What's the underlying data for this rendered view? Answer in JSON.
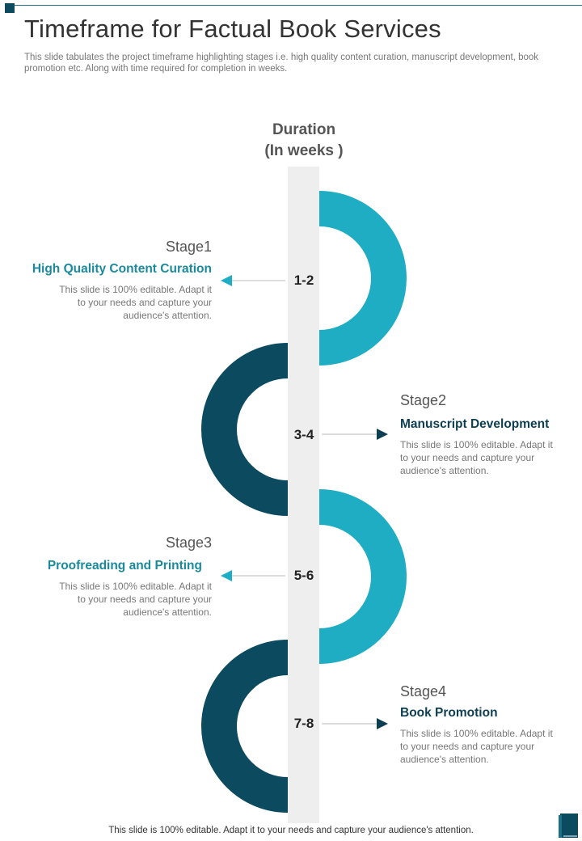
{
  "header": {
    "title": "Timeframe for Factual Book Services",
    "subtitle": "This slide tabulates the project timeframe highlighting stages i.e. high quality content curation, manuscript development, book promotion etc. Along with time required for completion in weeks."
  },
  "duration_heading": {
    "line1": "Duration",
    "line2": "(In weeks )"
  },
  "stages": [
    {
      "label": "Stage1",
      "title": "High Quality Content  Curation",
      "weeks": "1-2",
      "desc": "This slide is 100% editable. Adapt it to your needs and capture your audience's attention."
    },
    {
      "label": "Stage2",
      "title": "Manuscript Development",
      "weeks": "3-4",
      "desc": "This slide is 100% editable. Adapt it to your needs and capture your audience's attention."
    },
    {
      "label": "Stage3",
      "title": "Proofreading and Printing",
      "weeks": "5-6",
      "desc": "This slide is 100% editable. Adapt it to your needs and capture your audience's attention."
    },
    {
      "label": "Stage4",
      "title": "Book Promotion",
      "weeks": "7-8",
      "desc": "This slide is 100% editable. Adapt it to your needs and capture your audience's attention."
    }
  ],
  "footer": {
    "text": "This slide is 100% editable. Adapt it to your needs and capture your audience's attention."
  },
  "colors": {
    "teal": "#1fadc4",
    "navy": "#0b4a5f",
    "title_teal": "#1a8a9c",
    "title_navy": "#0d3e52",
    "spine": "#eeeeee"
  },
  "icons": {
    "arrows": "triangle-arrow-icon",
    "footer_icon": "book-icon"
  }
}
